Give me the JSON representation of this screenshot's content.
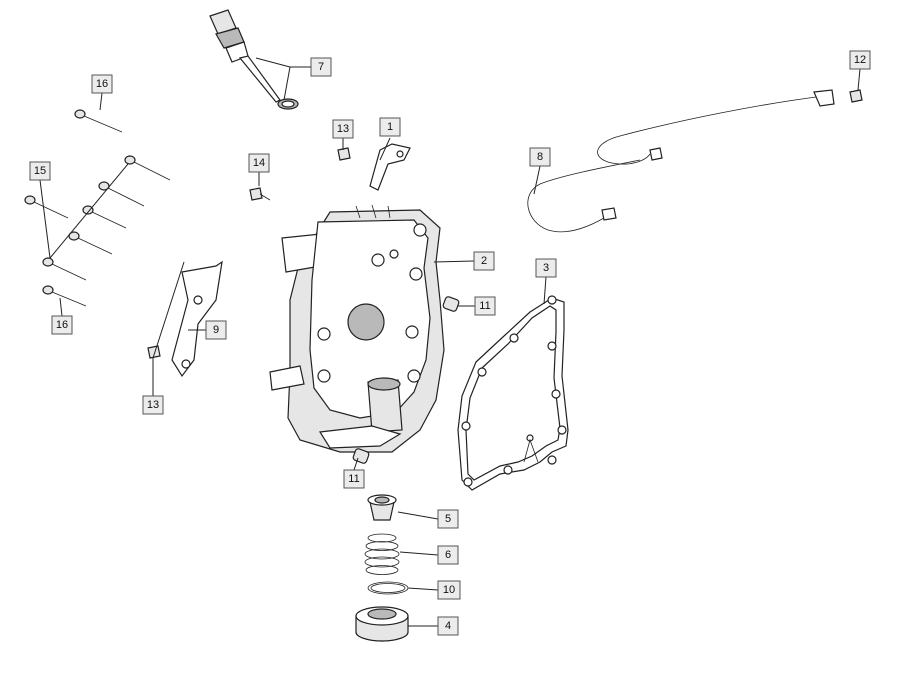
{
  "labels": {
    "l1": "1",
    "l2": "2",
    "l3": "3",
    "l4": "4",
    "l5": "5",
    "l6": "6",
    "l7": "7",
    "l8": "8",
    "l9": "9",
    "l10": "10",
    "l11a": "11",
    "l11b": "11",
    "l12": "12",
    "l13a": "13",
    "l13b": "13",
    "l14": "14",
    "l15": "15",
    "l16a": "16",
    "l16b": "16"
  }
}
